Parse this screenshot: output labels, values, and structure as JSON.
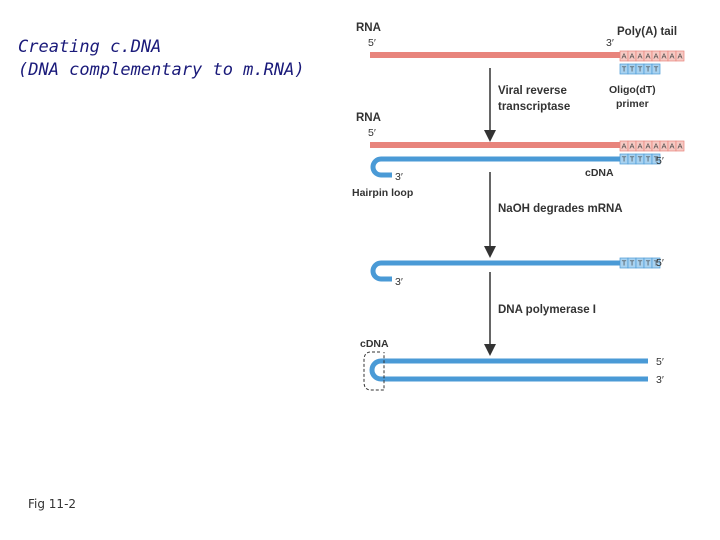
{
  "slide": {
    "title_line1": "Creating c.DNA",
    "title_line2": "(DNA complementary to m.RNA)",
    "fig_caption": "Fig 11-2"
  },
  "diagram": {
    "stage1": {
      "rna_label": "RNA",
      "five_prime": "5′",
      "three_prime": "3′",
      "poly_a_label": "Poly(A) tail",
      "poly_a_bases": [
        "A",
        "A",
        "A",
        "A",
        "A",
        "A",
        "A",
        "A"
      ],
      "oligo_bases": [
        "T",
        "T",
        "T",
        "T",
        "T"
      ],
      "oligo_label_line1": "Oligo(dT)",
      "oligo_label_line2": "primer"
    },
    "step1": {
      "line1": "Viral reverse",
      "line2": "transcriptase"
    },
    "stage2": {
      "rna_label": "RNA",
      "five_prime": "5′",
      "poly_a_bases": [
        "A",
        "A",
        "A",
        "A",
        "A",
        "A",
        "A",
        "A"
      ],
      "oligo_bases": [
        "T",
        "T",
        "T",
        "T",
        "T"
      ],
      "dna_three_prime": "3′",
      "dna_five_prime": "5′",
      "cdna_label": "cDNA",
      "hairpin_label": "Hairpin loop"
    },
    "step2": {
      "line1": "NaOH degrades mRNA"
    },
    "stage3": {
      "oligo_bases": [
        "T",
        "T",
        "T",
        "T",
        "T"
      ],
      "five_prime": "5′",
      "three_prime": "3′"
    },
    "step3": {
      "line1": "DNA polymerase I"
    },
    "stage4": {
      "cdna_label": "cDNA",
      "top_five_prime": "5′",
      "bottom_three_prime": "3′"
    }
  },
  "colors": {
    "rna": "#e8847c",
    "rna_light": "#f6c9c3",
    "dna": "#4a9ad6",
    "dna_light": "#a8d2f0",
    "arrow": "#333333",
    "title": "#1a1a7a"
  }
}
